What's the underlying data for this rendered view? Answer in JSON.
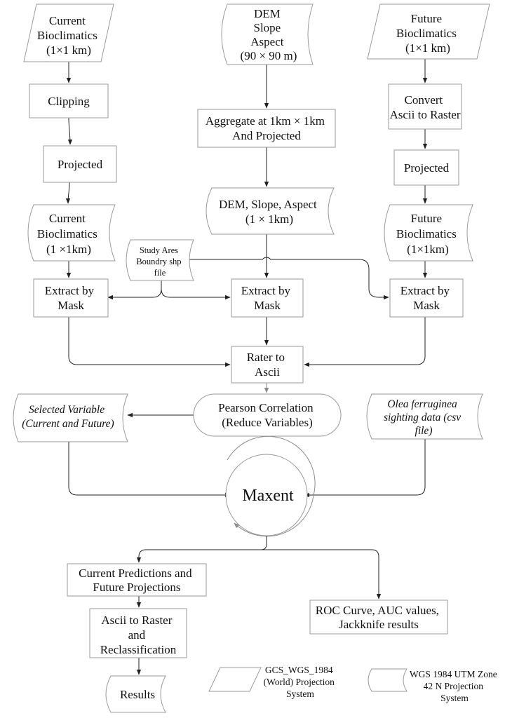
{
  "nodes": {
    "current_bio_input": [
      "Current",
      "Bioclimatics",
      "(1×1 km)"
    ],
    "dem_input": [
      "DEM",
      "Slope",
      "Aspect",
      "(90 × 90 m)"
    ],
    "future_bio_input": [
      "Future",
      "Bioclimatics",
      "(1×1 km)"
    ],
    "clipping": [
      "Clipping"
    ],
    "aggregate": [
      "Aggregate at 1km × 1km",
      "And Projected"
    ],
    "convert_ascii": [
      "Convert",
      "Ascii to Raster"
    ],
    "projected_left": [
      "Projected"
    ],
    "projected_right": [
      "Projected"
    ],
    "current_bio_1km": [
      "Current",
      "Bioclimatics",
      "(1 ×1km)"
    ],
    "dem_1km": [
      "DEM, Slope, Aspect",
      "(1 × 1km)"
    ],
    "future_bio_1km": [
      "Future",
      "Bioclimatics",
      "(1×1km)"
    ],
    "study_area": [
      "Study Ares",
      "Boundry shp",
      "file"
    ],
    "extract_left": [
      "Extract by",
      "Mask"
    ],
    "extract_mid": [
      "Extract by",
      "Mask"
    ],
    "extract_right": [
      "Extract by",
      "Mask"
    ],
    "raster_to_ascii": [
      "Rater to",
      "Ascii"
    ],
    "pearson": [
      "Pearson Correlation",
      "(Reduce Variables)"
    ],
    "selected_variable": [
      "Selected Variable",
      "(Current and Future)"
    ],
    "sighting_data": [
      "Olea ferruginea",
      "sighting data (csv",
      "file)"
    ],
    "maxent": [
      "Maxent"
    ],
    "predictions": [
      "Current Predictions and",
      "Future Projections"
    ],
    "roc": [
      "ROC Curve, AUC values,",
      "Jackknife results"
    ],
    "ascii_raster_reclass": [
      "Ascii to Raster",
      "and",
      "Reclassification"
    ],
    "results": [
      "Results"
    ]
  },
  "legend": {
    "world_projection": [
      "GCS_WGS_1984",
      "(World) Projection",
      "System"
    ],
    "utm_projection": [
      "WGS 1984 UTM Zone",
      "42 N Projection",
      "System"
    ]
  },
  "colors": {
    "shape_stroke": "#9a9a9a",
    "arrow": "#222222",
    "feedback_arrow": "#8a8a8a",
    "text": "#111111"
  }
}
